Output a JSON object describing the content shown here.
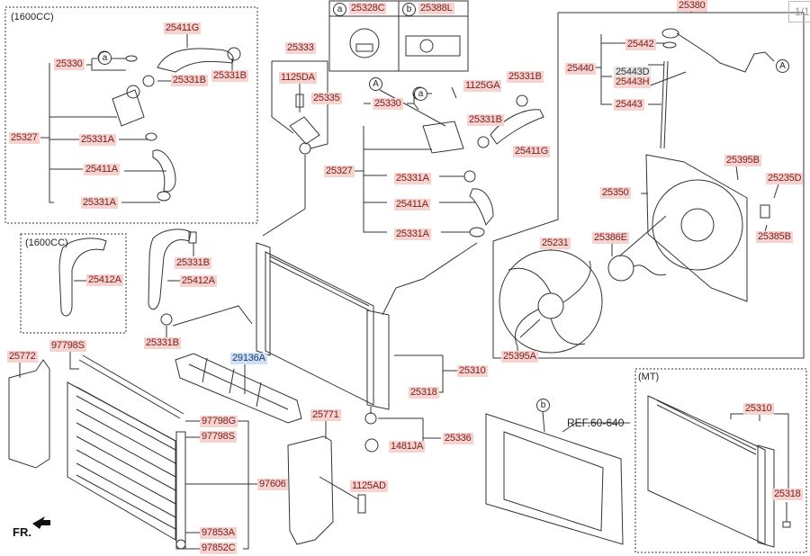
{
  "page_indicator": "1/1",
  "groups": {
    "g1600cc_top": "(1600CC)",
    "g1600cc_hose": "(1600CC)",
    "mt": "(MT)"
  },
  "legend": {
    "a": {
      "marker": "a",
      "part": "25328C"
    },
    "b": {
      "marker": "b",
      "part": "25388L"
    }
  },
  "callouts": {
    "A": "A",
    "a": "a",
    "b": "b"
  },
  "reference": "REF.60-640",
  "front_indicator": "FR.",
  "labels": {
    "p25411G_1": "25411G",
    "p25330_1": "25330",
    "p25331B_1": "25331B",
    "p25331B_2": "25331B",
    "p25327_1": "25327",
    "p25331A_1": "25331A",
    "p25411A_1": "25411A",
    "p25331A_2": "25331A",
    "p25333": "25333",
    "p1125DA": "1125DA",
    "p25335": "25335",
    "p25330_2": "25330",
    "p1125GA": "1125GA",
    "p25331B_3": "25331B",
    "p25331B_4": "25331B",
    "p25411G_2": "25411G",
    "p25327_2": "25327",
    "p25331A_3": "25331A",
    "p25411A_2": "25411A",
    "p25331A_4": "25331A",
    "p25380": "25380",
    "p25442": "25442",
    "p25440": "25440",
    "p25443D": "25443D",
    "p25443H": "25443H",
    "p25443": "25443",
    "p25395B": "25395B",
    "p25235D": "25235D",
    "p25350": "25350",
    "p25386E": "25386E",
    "p25385B": "25385B",
    "p25231": "25231",
    "p25395A": "25395A",
    "p25412A_1": "25412A",
    "p25331B_5": "25331B",
    "p25412A_2": "25412A",
    "p25331B_6": "25331B",
    "p25772": "25772",
    "p97798S_1": "97798S",
    "p29136A": "29136A",
    "p25310_1": "25310",
    "p25318_1": "25318",
    "p97798G": "97798G",
    "p97798S_2": "97798S",
    "p25771": "25771",
    "p25336": "25336",
    "p1481JA": "1481JA",
    "p97606": "97606",
    "p1125AD": "1125AD",
    "p97853A": "97853A",
    "p97852C": "97852C",
    "p25310_2": "25310",
    "p25318_2": "25318"
  },
  "colors": {
    "label_bg": "#f6d3cf",
    "label_text": "#7a2020",
    "highlight_bg": "#cfe0f6",
    "line": "#333333"
  }
}
